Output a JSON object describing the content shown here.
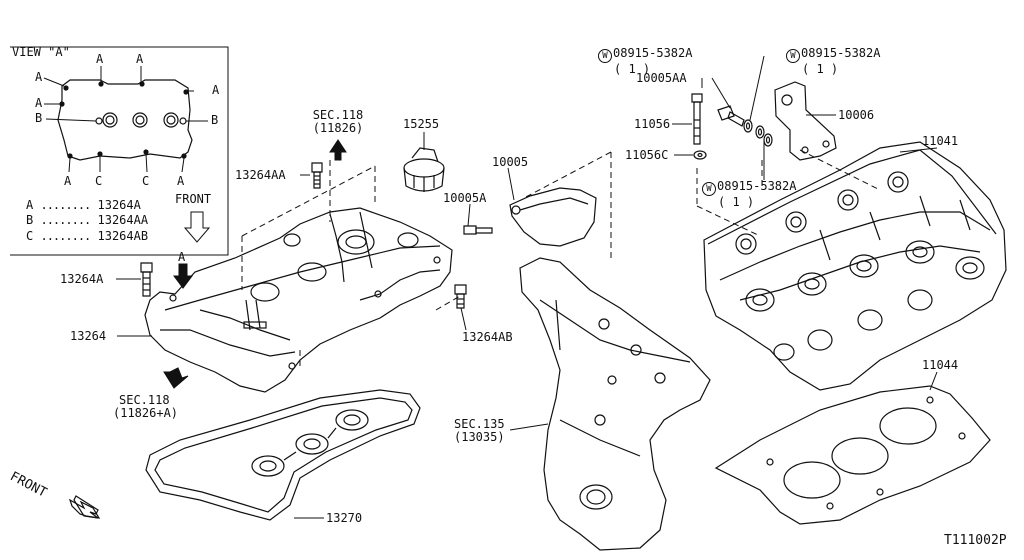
{
  "view_box": {
    "title": "VIEW \"A\"",
    "point_labels": {
      "a": "A",
      "b": "B",
      "c": "C"
    },
    "legend": [
      {
        "key": "A",
        "dots": "........",
        "part": "13264A"
      },
      {
        "key": "B",
        "dots": "........",
        "part": "13264AA"
      },
      {
        "key": "C",
        "dots": "........",
        "part": "13264AB"
      }
    ],
    "front_label": "FRONT"
  },
  "callouts": {
    "sec118_top": {
      "line1": "SEC.118",
      "line2": "(11826)"
    },
    "p15255": "15255",
    "p13264AA": "13264AA",
    "p13264A": "13264A",
    "p13264": "13264",
    "arrowA": "A",
    "sec118_bottom": {
      "line1": "SEC.118",
      "line2": "(11826+A)"
    },
    "p13264AB": "13264AB",
    "p13270": "13270",
    "p10005": "10005",
    "p10005A": "10005A",
    "sec135": {
      "line1": "SEC.135",
      "line2": "(13035)"
    },
    "w_left": {
      "symbol": "W",
      "part": "08915-5382A",
      "qty": "( 1 )"
    },
    "w_right": {
      "symbol": "W",
      "part": "08915-5382A",
      "qty": "( 1 )"
    },
    "w_bottom": {
      "symbol": "W",
      "part": "08915-5382A",
      "qty": "( 1 )"
    },
    "p10005AA": "10005AA",
    "p10006": "10006",
    "p11056": "11056",
    "p11056C": "11056C",
    "p11041": "11041",
    "p11044": "11044"
  },
  "front_main": "FRONT",
  "diagram_id": "T111002P"
}
